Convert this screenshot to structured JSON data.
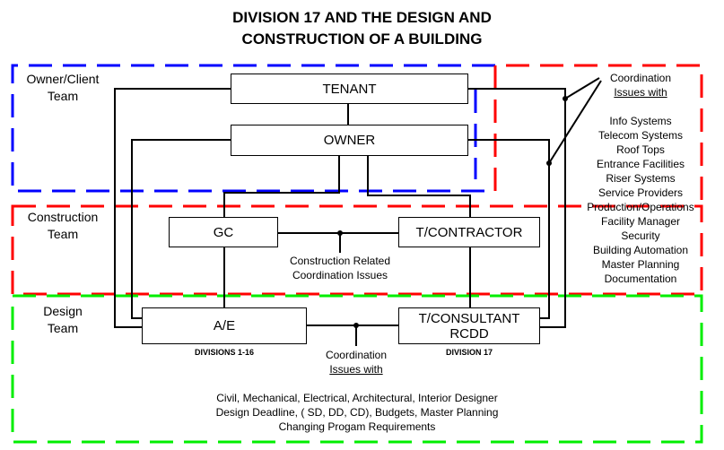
{
  "title": {
    "line1": "DIVISION 17 AND THE DESIGN AND",
    "line2": "CONSTRUCTION OF A BUILDING"
  },
  "teams": {
    "owner_client": {
      "line1": "Owner/Client",
      "line2": "Team",
      "color": "#0000ff"
    },
    "construction": {
      "line1": "Construction",
      "line2": "Team",
      "color": "#ff0000"
    },
    "design": {
      "line1": "Design",
      "line2": "Team",
      "color": "#00ee00"
    }
  },
  "boxes": {
    "tenant": "TENANT",
    "owner": "OWNER",
    "gc": "GC",
    "t_contractor": "T/CONTRACTOR",
    "ae": "A/E",
    "t_consultant_line1": "T/CONSULTANT",
    "t_consultant_line2": "RCDD"
  },
  "sublabels": {
    "ae": "DIVISIONS 1-16",
    "t_consultant": "DIVISION 17"
  },
  "construction_coordination": {
    "line1": "Construction Related",
    "line2": "Coordination Issues"
  },
  "design_coordination": {
    "line1": "Coordination",
    "line2": "Issues with",
    "items": [
      "Civil, Mechanical, Electrical, Architectural, Interior Designer",
      "Design Deadline, ( SD, DD, CD), Budgets, Master Planning",
      "Changing Progam Requirements"
    ]
  },
  "right_coordination": {
    "line1": "Coordination",
    "line2": "Issues with",
    "items": [
      "Info Systems",
      "Telecom Systems",
      "Roof Tops",
      "Entrance Facilities",
      "Riser Systems",
      "Service Providers",
      "Production/Operations",
      "Facility Manager",
      "Security",
      "Building Automation",
      "Master Planning",
      "Documentation"
    ]
  }
}
